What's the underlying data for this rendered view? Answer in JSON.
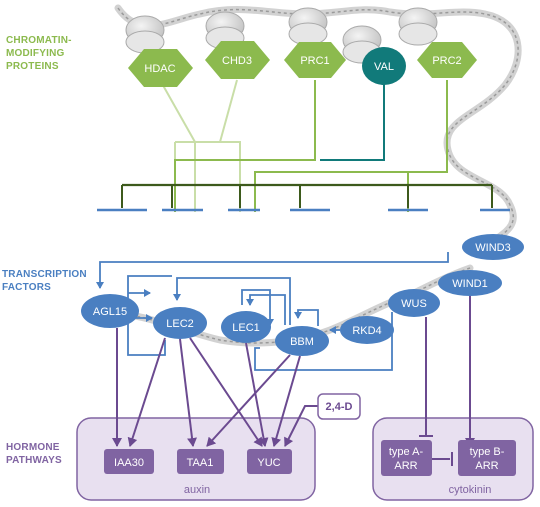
{
  "labels": {
    "chromatin_line1": "CHROMATIN-",
    "chromatin_line2": "MODIFYING",
    "chromatin_line3": "PROTEINS",
    "tf_line1": "TRANSCRIPTION",
    "tf_line2": "FACTORS",
    "hormone_line1": "HORMONE",
    "hormone_line2": "PATHWAYS"
  },
  "chromatin_proteins": {
    "hdac": "HDAC",
    "chd3": "CHD3",
    "prc1": "PRC1",
    "val": "VAL",
    "prc2": "PRC2"
  },
  "transcription_factors": {
    "wind3": "WIND3",
    "wind1": "WIND1",
    "wus": "WUS",
    "rkd4": "RKD4",
    "bbm": "BBM",
    "lec1": "LEC1",
    "lec2": "LEC2",
    "agl15": "AGL15"
  },
  "hormones": {
    "auxin_label": "auxin",
    "cytokinin_label": "cytokinin",
    "iaa30": "IAA30",
    "taa1": "TAA1",
    "yuc": "YUC",
    "d24": "2,4-D",
    "type_a_line1": "type A-",
    "type_a_line2": "ARR",
    "type_b_line1": "type B-",
    "type_b_line2": "ARR"
  },
  "colors": {
    "green": "#8cba4e",
    "dark_green": "#3d5a1c",
    "light_green": "#c9dea8",
    "teal": "#117a7a",
    "blue": "#4a7fc1",
    "purple": "#8064a2",
    "purple_dark": "#6b4a90",
    "purple_fill": "#e8e0f0"
  }
}
